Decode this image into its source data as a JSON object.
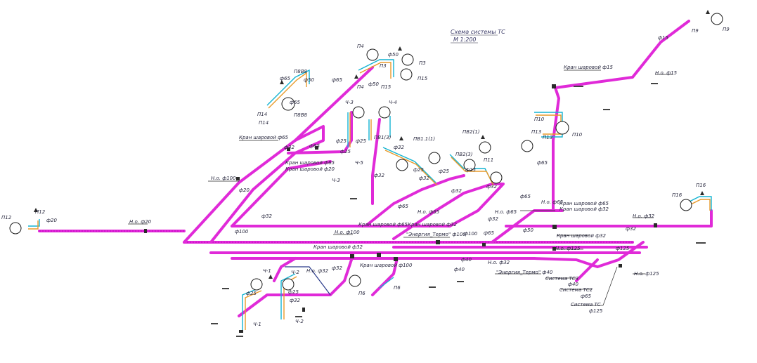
{
  "title": {
    "line1": "Схема системы ТС",
    "line2": "М 1:200"
  },
  "colors": {
    "main_pipe": "#e02ad8",
    "supply": "#14b4d2",
    "return": "#e89a2a",
    "line": "#2a3a8a"
  },
  "equipment": [
    {
      "id": "p12",
      "label": "П12",
      "label2": "П12"
    },
    {
      "id": "p14",
      "label": "П14",
      "label2": "П14"
    },
    {
      "id": "p8v8",
      "label": "П8В8",
      "label2": "П8В8"
    },
    {
      "id": "p4",
      "label": "П4",
      "label2": "П4"
    },
    {
      "id": "p3",
      "label": "П3",
      "label2": "П3"
    },
    {
      "id": "p15",
      "label": "П15",
      "label2": "П15"
    },
    {
      "id": "u3a",
      "label": "Ч-3"
    },
    {
      "id": "u4",
      "label": "Ч-4"
    },
    {
      "id": "u3b",
      "label": "Ч-3"
    },
    {
      "id": "u5",
      "label": "Ч-5"
    },
    {
      "id": "pv1_3",
      "label": "ПВ1(3)"
    },
    {
      "id": "pv1_1",
      "label": "ПВ1.1(1)"
    },
    {
      "id": "pv2_1",
      "label": "ПВ2(1)"
    },
    {
      "id": "pv2_3",
      "label": "ПВ2(3)"
    },
    {
      "id": "p11",
      "label": "П11"
    },
    {
      "id": "p10",
      "label": "П10",
      "label2": "П10"
    },
    {
      "id": "p13",
      "label": "П13",
      "label2": "П13"
    },
    {
      "id": "p9",
      "label": "П9",
      "label2": "П9"
    },
    {
      "id": "p16",
      "label": "П16",
      "label2": "П16"
    },
    {
      "id": "u1",
      "label": "Ч-1",
      "label2": "Ч-1"
    },
    {
      "id": "u2",
      "label": "Ч-2",
      "label2": "Ч-2"
    },
    {
      "id": "p6",
      "label": "П6",
      "label2": "П6"
    }
  ],
  "labels": {
    "d20": "ф20",
    "d20b": "ф20",
    "no20": "Н.о. ф20",
    "no100": "Н.о. ф100",
    "d100": "ф100",
    "kran65a": "Кран шаровой ф65",
    "d65a": "ф65",
    "d65b": "ф65",
    "d65c": "ф65",
    "d50a": "ф50",
    "d50b": "ф50",
    "d50c": "ф50",
    "d32a": "ф32",
    "d32b": "ф32",
    "kran65b": "Кран шаровой ф65",
    "kran20": "Кран шаровой ф20",
    "d25a": "ф25",
    "d25b": "ф25",
    "d32c": "ф32",
    "d25c": "ф25",
    "d25d": "ф25",
    "d32d": "ф32",
    "no65a": "Н.о. ф65",
    "no65b": "Н.о. ф65",
    "d65d": "ф65",
    "d65e": "ф65",
    "d32e": "ф32",
    "kran65c": "Кран шаровой ф65",
    "kran32a": "Кран шаровой ф32",
    "no100b": "Н.о. ф100",
    "energy1": "\"Энергия_Термо\" ф100",
    "d100b": "ф100",
    "d65f": "ф65",
    "kran32b": "Кран шаровой ф32",
    "kran32c": "Кран шаровой ф32",
    "kran100": "Кран шаровой ф100",
    "d32f": "ф32",
    "no32a": "Н.о. ф32",
    "no32b": "Н.о. ф32",
    "no32c": "Н.о. ф32",
    "d40a": "ф40",
    "d40b": "ф40",
    "energy2": "\"Энергия_Термо\" ф40",
    "sys3": "Система ТС3",
    "sys3d": "ф40",
    "sys2": "Система ТС2",
    "sys2d": "ф65",
    "sys1": "Система ТС",
    "sys1d": "ф125",
    "no125a": "Н.о. ф125",
    "no125b": "Н.о. ф125",
    "d125": "ф125",
    "d50d": "ф50",
    "kran65d": "Кран шаровой ф65",
    "kran32d": "Кран шаровой ф32",
    "d32g": "ф32",
    "no65c": "Н.о. ф65",
    "kran15": "Кран шаровой ф15",
    "d15": "ф15",
    "no15": "Н.о. ф15",
    "d65g": "ф65",
    "no32d": "Н.о. ф32",
    "d32h": "ф32",
    "d25e": "ф25",
    "d32i": "ф32",
    "no32e": "Н.о. ф32",
    "d32j": "ф32",
    "d25f": "ф25"
  }
}
